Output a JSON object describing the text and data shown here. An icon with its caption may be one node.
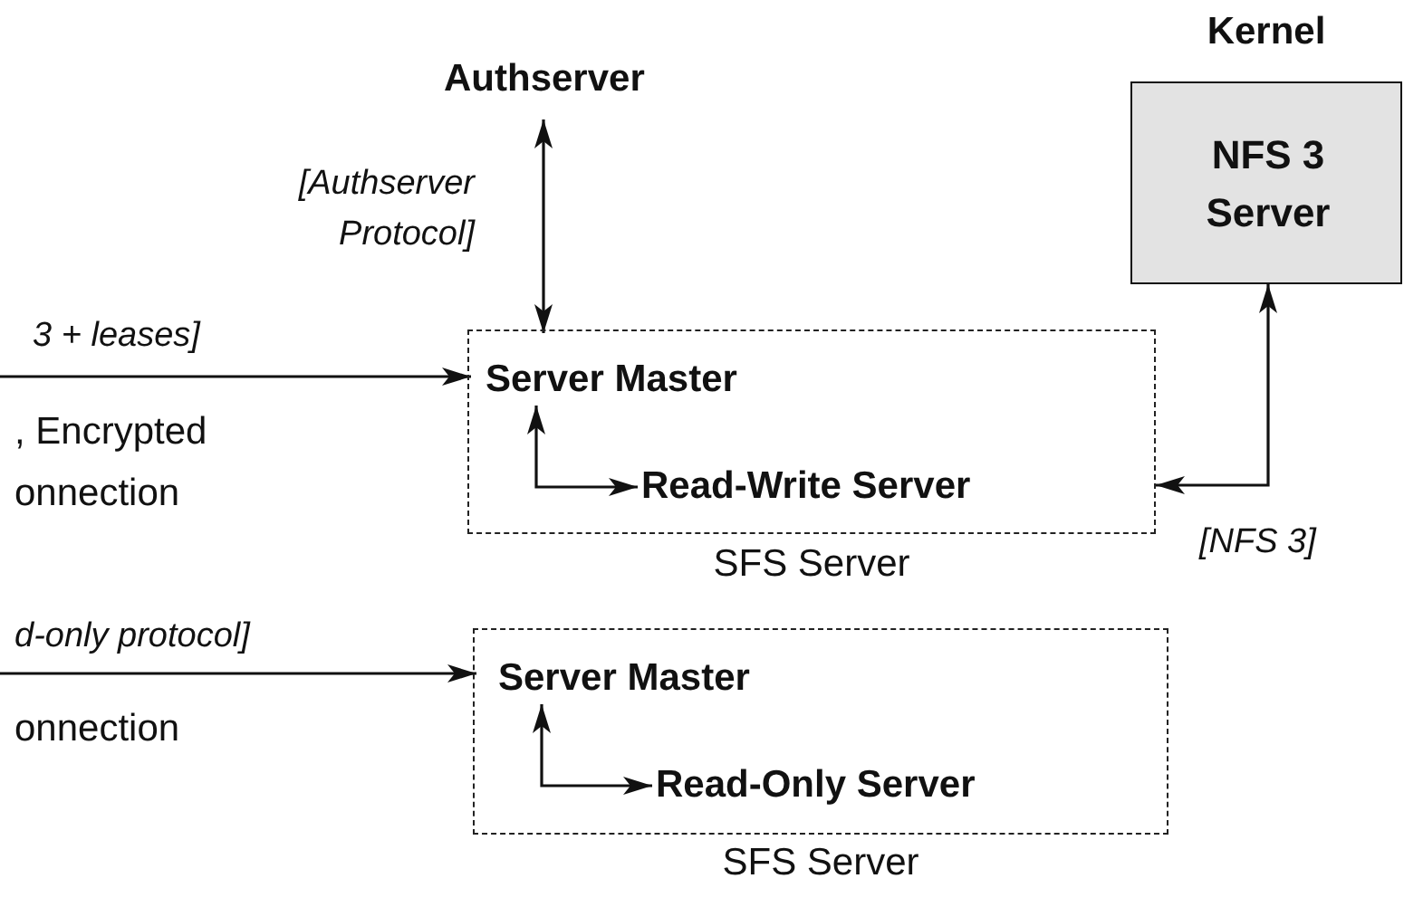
{
  "diagram": {
    "nodes": [
      {
        "text": [
          "Authserver"
        ]
      },
      {
        "text": [
          "Kernel",
          "NFS 3 Server"
        ]
      },
      {
        "text": [],
        "shape": "box",
        "beside": [
          "SFS Server"
        ]
      },
      {
        "text": [
          "Server Master"
        ],
        "in": 2
      },
      {
        "text": [
          "Read-Write Server"
        ],
        "in": 2
      },
      {
        "text": [],
        "shape": "box",
        "beside": [
          "SFS Server"
        ]
      },
      {
        "text": [
          "Server Master"
        ],
        "in": 5
      },
      {
        "text": [
          "Read-Only Server"
        ],
        "in": 5
      }
    ],
    "edges": [
      {
        "from": 0,
        "to": 3,
        "arrow": "both",
        "label": "[Authserver Protocol]"
      },
      {
        "from": null,
        "to": 3,
        "arrow": "to",
        "label": "3 + leases]"
      },
      {
        "from": 3,
        "to": 4,
        "arrow": "both"
      },
      {
        "from": 1,
        "to": 2,
        "arrow": "both",
        "label": "[NFS 3]"
      },
      {
        "from": null,
        "to": 6,
        "arrow": "to",
        "label": "d-only protocol]"
      },
      {
        "from": 6,
        "to": 7,
        "arrow": "both"
      }
    ],
    "labels": [
      ", Encrypted onnection",
      "onnection"
    ]
  }
}
